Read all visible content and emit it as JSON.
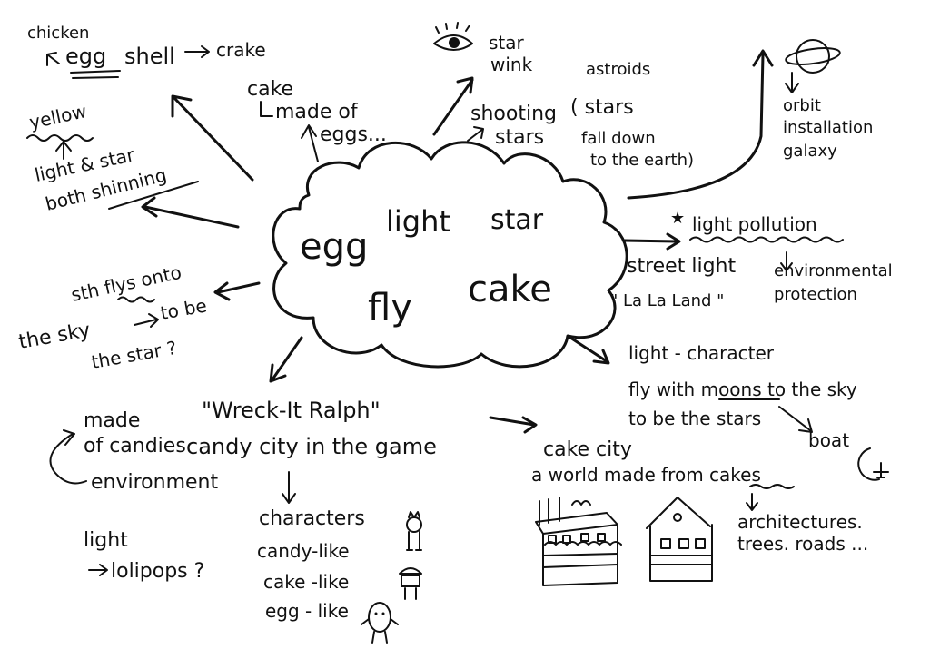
{
  "center": {
    "w1": "egg",
    "w2": "light",
    "w3": "star",
    "w4": "fly",
    "w5": "cake"
  },
  "egg_branch": {
    "chicken": "chicken",
    "eggshell_1": "egg",
    "eggshell_2": "shell",
    "crake": "crake",
    "yellow": "yellow",
    "both1": "light & star",
    "both2": "both shinning"
  },
  "cake_branch": {
    "l1": "cake",
    "l2": "made of",
    "l3": "eggs..."
  },
  "star_branch": {
    "wink1": "star",
    "wink2": "wink",
    "shoot1": "shooting",
    "shoot2": "stars",
    "ast1": "astroids",
    "ast2": "( stars",
    "ast3": "fall down",
    "ast4": "to the earth)"
  },
  "orbit_branch": {
    "o1": "orbit",
    "o2": "installation",
    "o3": "galaxy"
  },
  "pollution_branch": {
    "lp": "light pollution",
    "sl": "street light",
    "lll": "\" La La Land \"",
    "env1": "environmental",
    "env2": "protection"
  },
  "fly_branch": {
    "f1": "sth flys onto",
    "f2": "the sky",
    "f3": "to be",
    "f4": "the star ?"
  },
  "character_branch": {
    "c1": "light - character",
    "c2": "fly with moons to the sky",
    "c3": "to be the stars",
    "c4": "boat"
  },
  "wreck_branch": {
    "title": "\"Wreck-It Ralph\"",
    "sub": "candy city in the game",
    "m1": "made",
    "m2": "of candies",
    "m3": "environment",
    "lt1": "light",
    "lt2": "lolipops ?",
    "ch1": "characters",
    "ch2": "candy-like",
    "ch3": "cake -like",
    "ch4": "egg - like"
  },
  "cakecity_branch": {
    "title": "cake city",
    "sub": "a world made from cakes",
    "a1": "architectures.",
    "a2": "trees. roads ..."
  }
}
